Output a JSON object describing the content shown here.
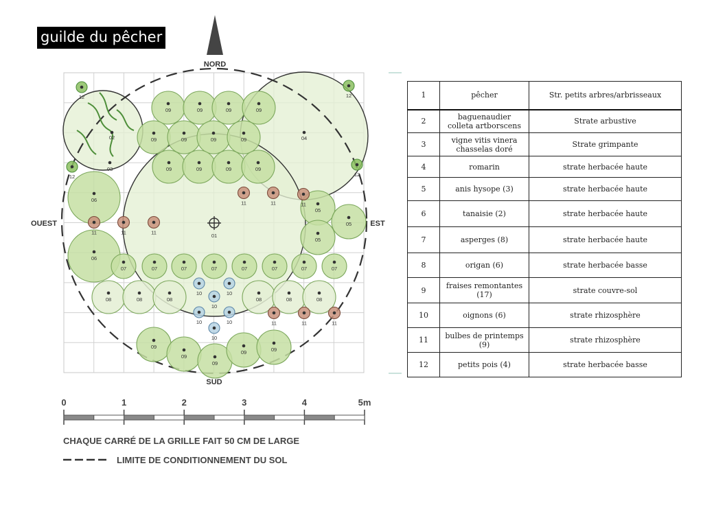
{
  "title": "guilde du pêcher",
  "compass": {
    "north": "NORD",
    "south": "SUD",
    "east": "EST",
    "west": "OUEST"
  },
  "scale": {
    "ticks": [
      "0",
      "1",
      "2",
      "3",
      "4",
      "5m"
    ]
  },
  "notes": {
    "grid": "CHAQUE CARRÉ DE LA GRILLE FAIT 50 CM DE LARGE",
    "soil_limit": "LIMITE DE CONDITIONNEMENT DU SOL"
  },
  "colors": {
    "green": "#c5dfa3",
    "green_edge": "#7aa65a",
    "pale": "#e4efd3",
    "brown": "#c9927c",
    "blue": "#b7d3e4",
    "ink": "#333333"
  },
  "plants": [
    {
      "label": "01",
      "kind": "tree"
    },
    {
      "label": "02",
      "kind": "shrub"
    },
    {
      "label": "03",
      "kind": "climber"
    },
    {
      "label": "04",
      "kind": "shrub"
    },
    {
      "label": "05",
      "kind": "herb"
    },
    {
      "label": "06",
      "kind": "herb"
    },
    {
      "label": "07",
      "kind": "low"
    },
    {
      "label": "08",
      "kind": "low"
    },
    {
      "label": "09",
      "kind": "cover"
    },
    {
      "label": "10",
      "kind": "bulb"
    },
    {
      "label": "11",
      "kind": "bulb"
    },
    {
      "label": "12",
      "kind": "low"
    }
  ],
  "legend": [
    {
      "num": "1",
      "plant": "pêcher",
      "layer": "Str. petits arbres/arbrisseaux"
    },
    {
      "num": "2",
      "plant": "baguenaudier\ncolleta artborscens",
      "layer": "Strate arbustive"
    },
    {
      "num": "3",
      "plant": "vigne vitis vinera\nchasselas doré",
      "layer": "Strate grimpante"
    },
    {
      "num": "4",
      "plant": "romarin",
      "layer": "strate herbacée haute"
    },
    {
      "num": "5",
      "plant": "anis hysope (3)",
      "layer": "strate herbacée haute"
    },
    {
      "num": "6",
      "plant": "tanaisie (2)",
      "layer": "strate herbacée haute"
    },
    {
      "num": "7",
      "plant": "asperges (8)",
      "layer": "strate herbacée haute"
    },
    {
      "num": "8",
      "plant": "origan (6)",
      "layer": "strate herbacée basse"
    },
    {
      "num": "9",
      "plant": "fraises remontantes (17)",
      "layer": "strate couvre-sol"
    },
    {
      "num": "10",
      "plant": "oignons (6)",
      "layer": "strate rhizosphère"
    },
    {
      "num": "11",
      "plant": "bulbes de printemps (9)",
      "layer": "strate rhizosphère"
    },
    {
      "num": "12",
      "plant": "petits pois (4)",
      "layer": "strate herbacée basse"
    }
  ]
}
